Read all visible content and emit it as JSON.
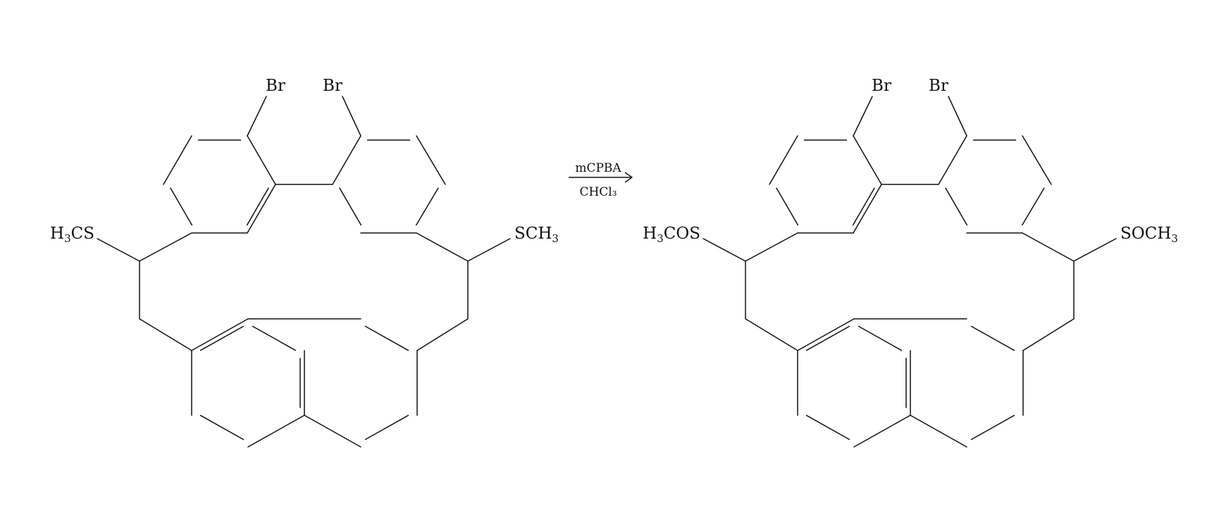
{
  "reaction": {
    "reagent_above": "mCPBA",
    "conditions_below": "CHCl₃"
  },
  "reactant": {
    "labels": {
      "br_left": "Br",
      "br_right": "Br",
      "left_sub_main_1": "H",
      "left_sub_sub": "3",
      "left_sub_main_2": "CS",
      "right_sub_main": "SCH",
      "right_sub_sub": "3"
    }
  },
  "product": {
    "labels": {
      "br_left": "Br",
      "br_right": "Br",
      "left_sub_main_1": "H",
      "left_sub_sub": "3",
      "left_sub_main_2": "COS",
      "right_sub_main": "SOCH",
      "right_sub_sub": "3"
    }
  }
}
